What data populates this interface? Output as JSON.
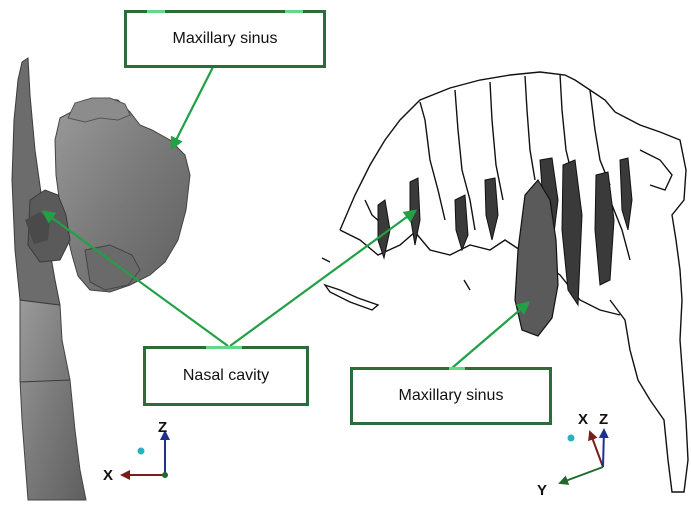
{
  "labels": {
    "maxillary_top": "Maxillary sinus",
    "nasal": "Nasal cavity",
    "maxillary_bottom": "Maxillary sinus"
  },
  "left_axes": {
    "z": "Z",
    "x": "X"
  },
  "right_axes": {
    "x": "X",
    "z": "Z",
    "y": "Y"
  },
  "colors": {
    "arrow": "#21a046",
    "box_border": "#2e6b3a",
    "bone_fill": "#7b7b7b",
    "sinus_fill": "#5a5a5a",
    "axis_z": "#1f2f8f",
    "axis_x": "#7a1c1c",
    "axis_y": "#1f6a2a",
    "origin": "#2ab0c0"
  }
}
